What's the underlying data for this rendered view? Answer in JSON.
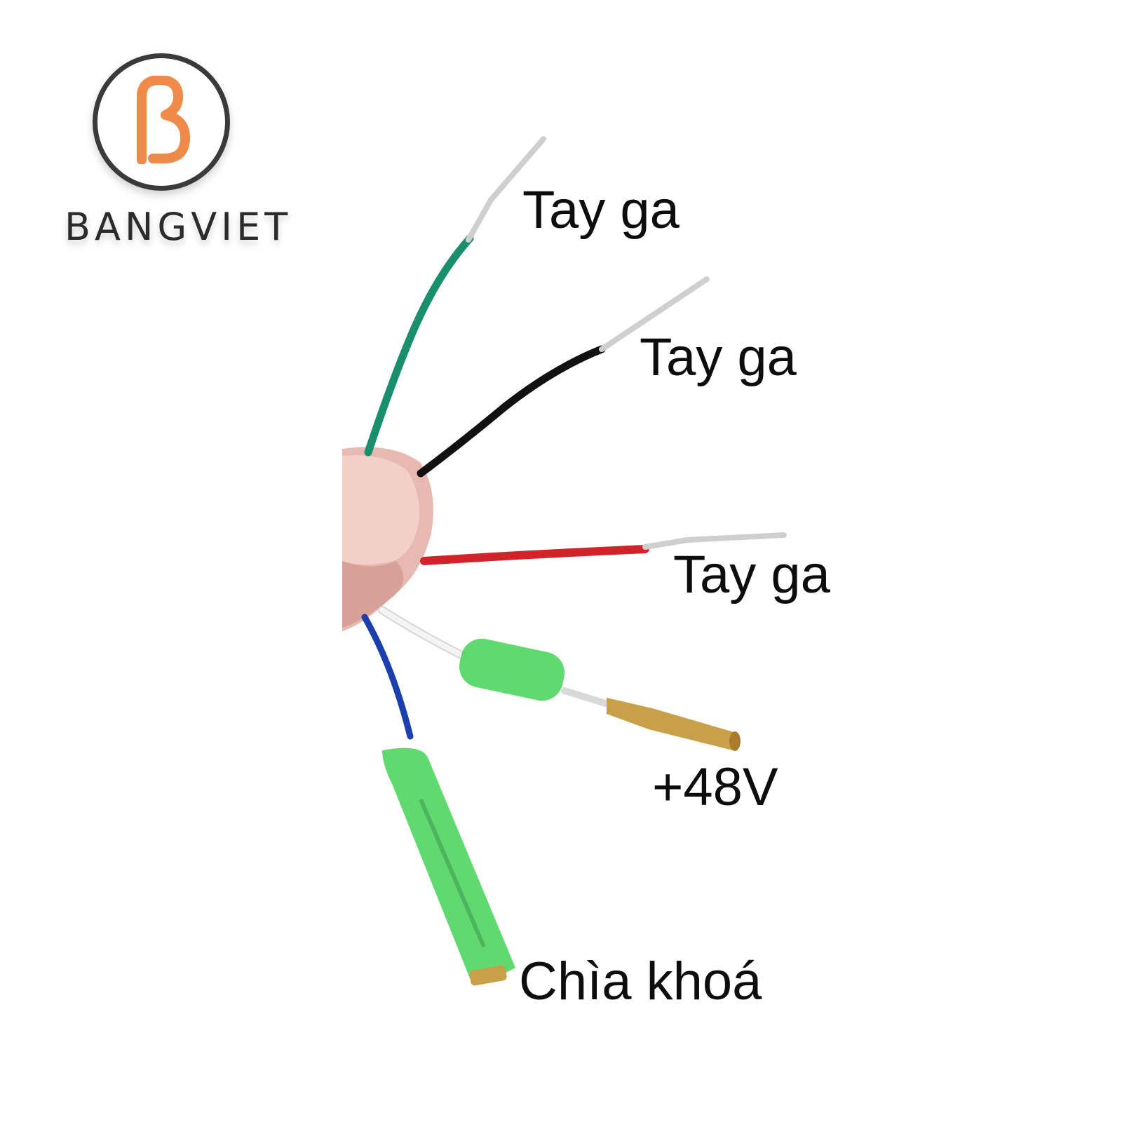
{
  "logo": {
    "letter": "B",
    "text": "BANGVIET",
    "ring_color": "#3a3a3a",
    "letter_color": "#f08a4b"
  },
  "labels": {
    "green_wire": "Tay ga",
    "black_wire": "Tay ga",
    "red_wire": "Tay ga",
    "white_wire": "+48V",
    "blue_wire": "Chìa khoá"
  },
  "wire_colors": {
    "green": "#1a8f6e",
    "black": "#111111",
    "red": "#d0232a",
    "white": "#f4f4f4",
    "blue": "#1c3fb0",
    "sleeve": "#4fd65f",
    "brass": "#c9a04a"
  }
}
